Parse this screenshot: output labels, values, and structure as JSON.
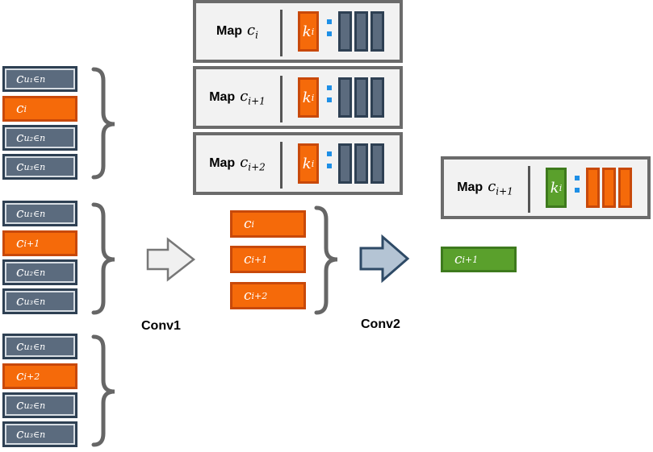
{
  "inputs": {
    "group1": [
      "c",
      "c",
      "c",
      "c"
    ],
    "group1_subs": [
      "u₁∈n",
      "i",
      "u₂∈n",
      "u₃∈n"
    ],
    "group2_subs": [
      "u₁∈n",
      "i+1",
      "u₂∈n",
      "u₃∈n"
    ],
    "group3_subs": [
      "u₁∈n",
      "i+2",
      "u₂∈n",
      "u₃∈n"
    ]
  },
  "maps": {
    "word": "Map",
    "sym": "c",
    "subs": [
      "i",
      "i+1",
      "i+2"
    ],
    "k_sym": "k",
    "k_sub": "i"
  },
  "middle": {
    "sym": "c",
    "subs": [
      "i",
      "i+1",
      "i+2"
    ]
  },
  "output": {
    "sym": "c",
    "sub": "i+1",
    "map_word": "Map",
    "map_sub": "i+1",
    "k_sym": "k",
    "k_sub": "i"
  },
  "labels": {
    "conv1": "Conv1",
    "conv2": "Conv2"
  },
  "colors": {
    "dark": "#5b6b7e",
    "orange": "#f56a0a",
    "green": "#5aa02c",
    "accent": "#1e8fe6"
  }
}
